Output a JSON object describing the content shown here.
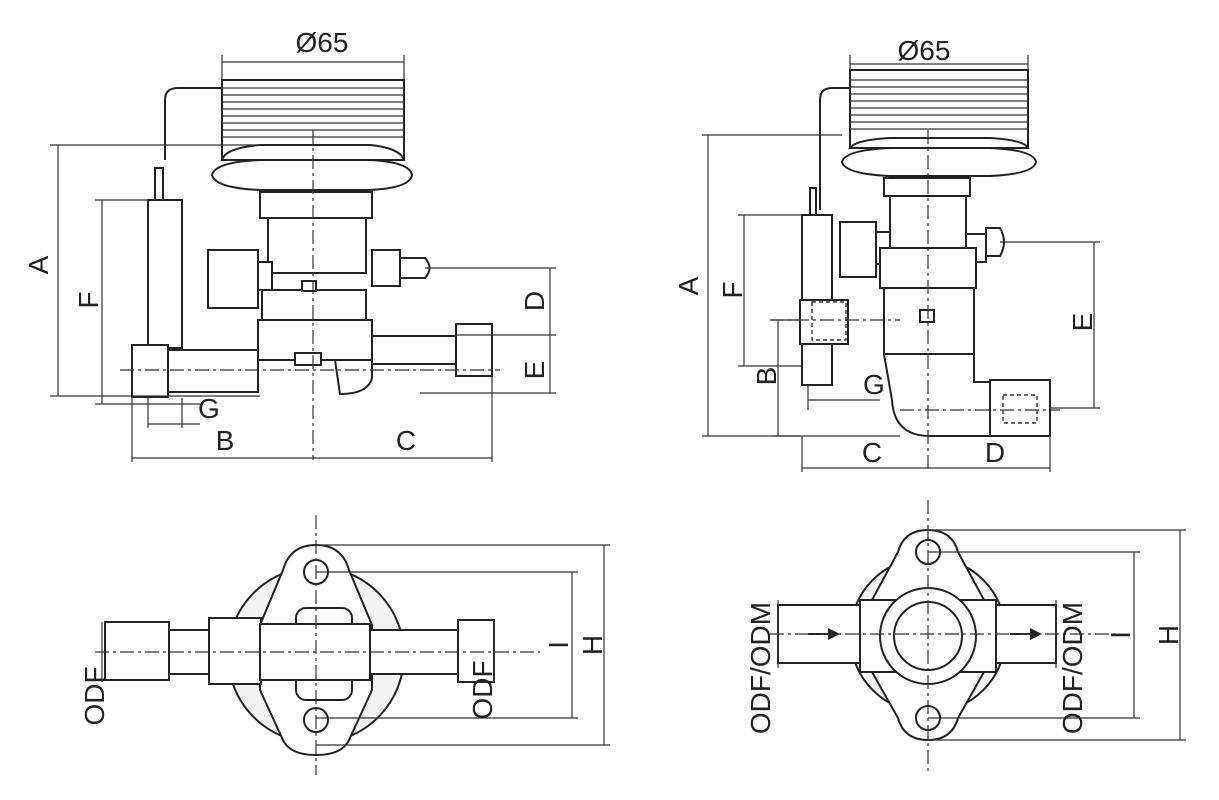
{
  "views": {
    "left_side": {
      "diameter": "Ø65",
      "dims": {
        "a": "A",
        "b": "B",
        "c": "C",
        "d": "D",
        "e": "E",
        "f": "F",
        "g": "G"
      }
    },
    "right_side": {
      "diameter": "Ø65",
      "dims": {
        "a": "A",
        "b": "B",
        "c": "C",
        "d": "D",
        "e": "E",
        "f": "F",
        "g": "G"
      }
    },
    "left_top": {
      "dims": {
        "h": "H",
        "i": "I"
      },
      "connection_left": "ODF",
      "connection_right": "ODF"
    },
    "right_top": {
      "dims": {
        "h": "H",
        "i": "I"
      },
      "connection_left": "ODF/ODM",
      "connection_right": "ODF/ODM"
    }
  }
}
